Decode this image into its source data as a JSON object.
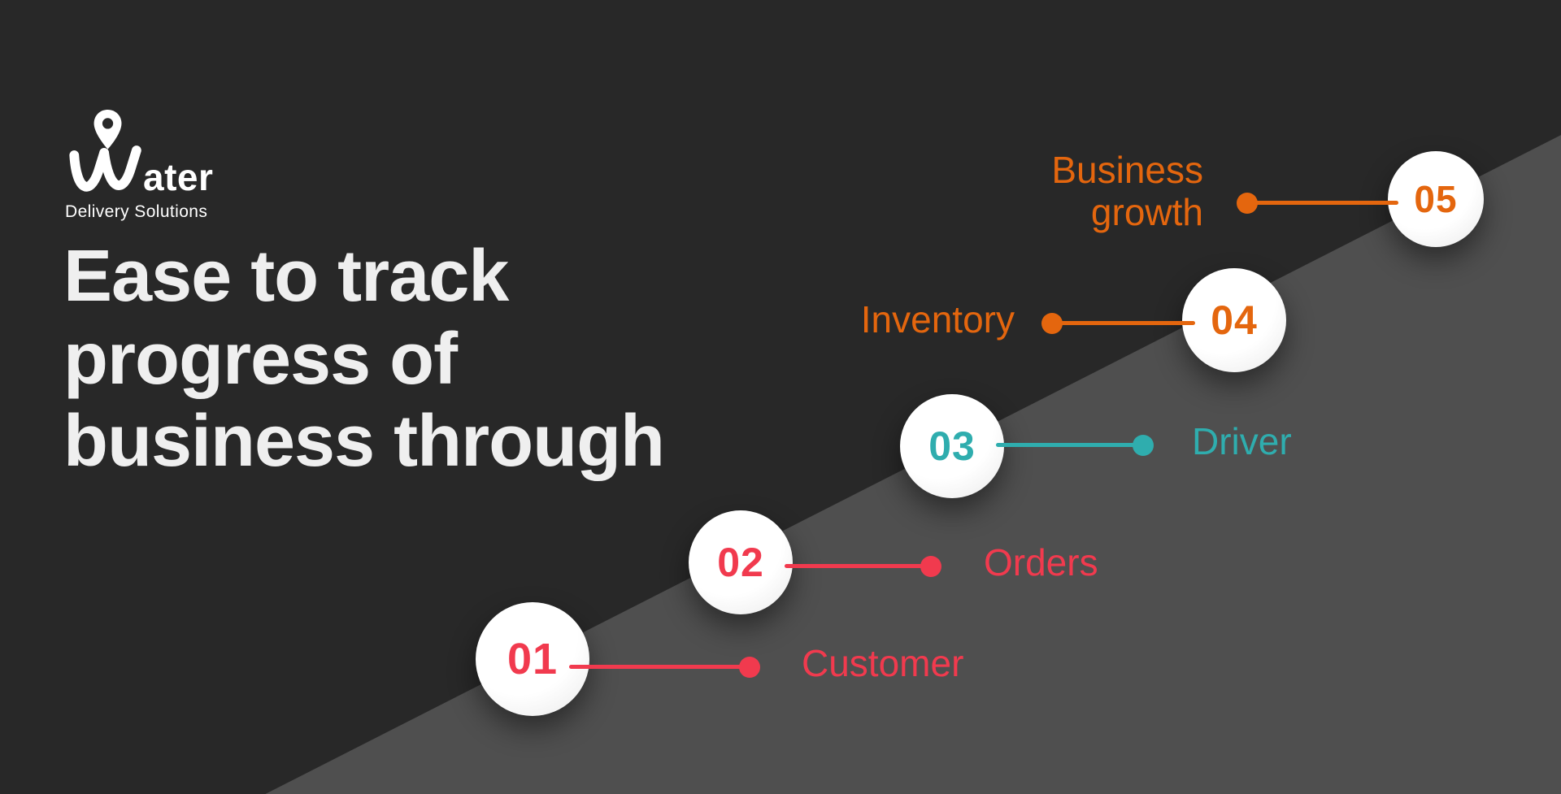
{
  "canvas": {
    "bg_dark": "#282828",
    "bg_light": "#4f4f4f"
  },
  "logo": {
    "brand": "Water",
    "brand_suffix": "ater",
    "tagline": "Delivery Solutions",
    "icon": "map-pin-w-icon",
    "color": "#ffffff"
  },
  "heading": {
    "lines": [
      "Ease to track",
      "progress of",
      "business through"
    ],
    "color": "#efefef"
  },
  "steps": [
    {
      "number": "01",
      "label": "Customer",
      "color": "#f13a4e",
      "side": "right"
    },
    {
      "number": "02",
      "label": "Orders",
      "color": "#f13a4e",
      "side": "right"
    },
    {
      "number": "03",
      "label": "Driver",
      "color": "#2fadae",
      "side": "right"
    },
    {
      "number": "04",
      "label": "Inventory",
      "color": "#e4660e",
      "side": "left"
    },
    {
      "number": "05",
      "label": "Business growth",
      "color": "#e4660e",
      "side": "left"
    }
  ]
}
